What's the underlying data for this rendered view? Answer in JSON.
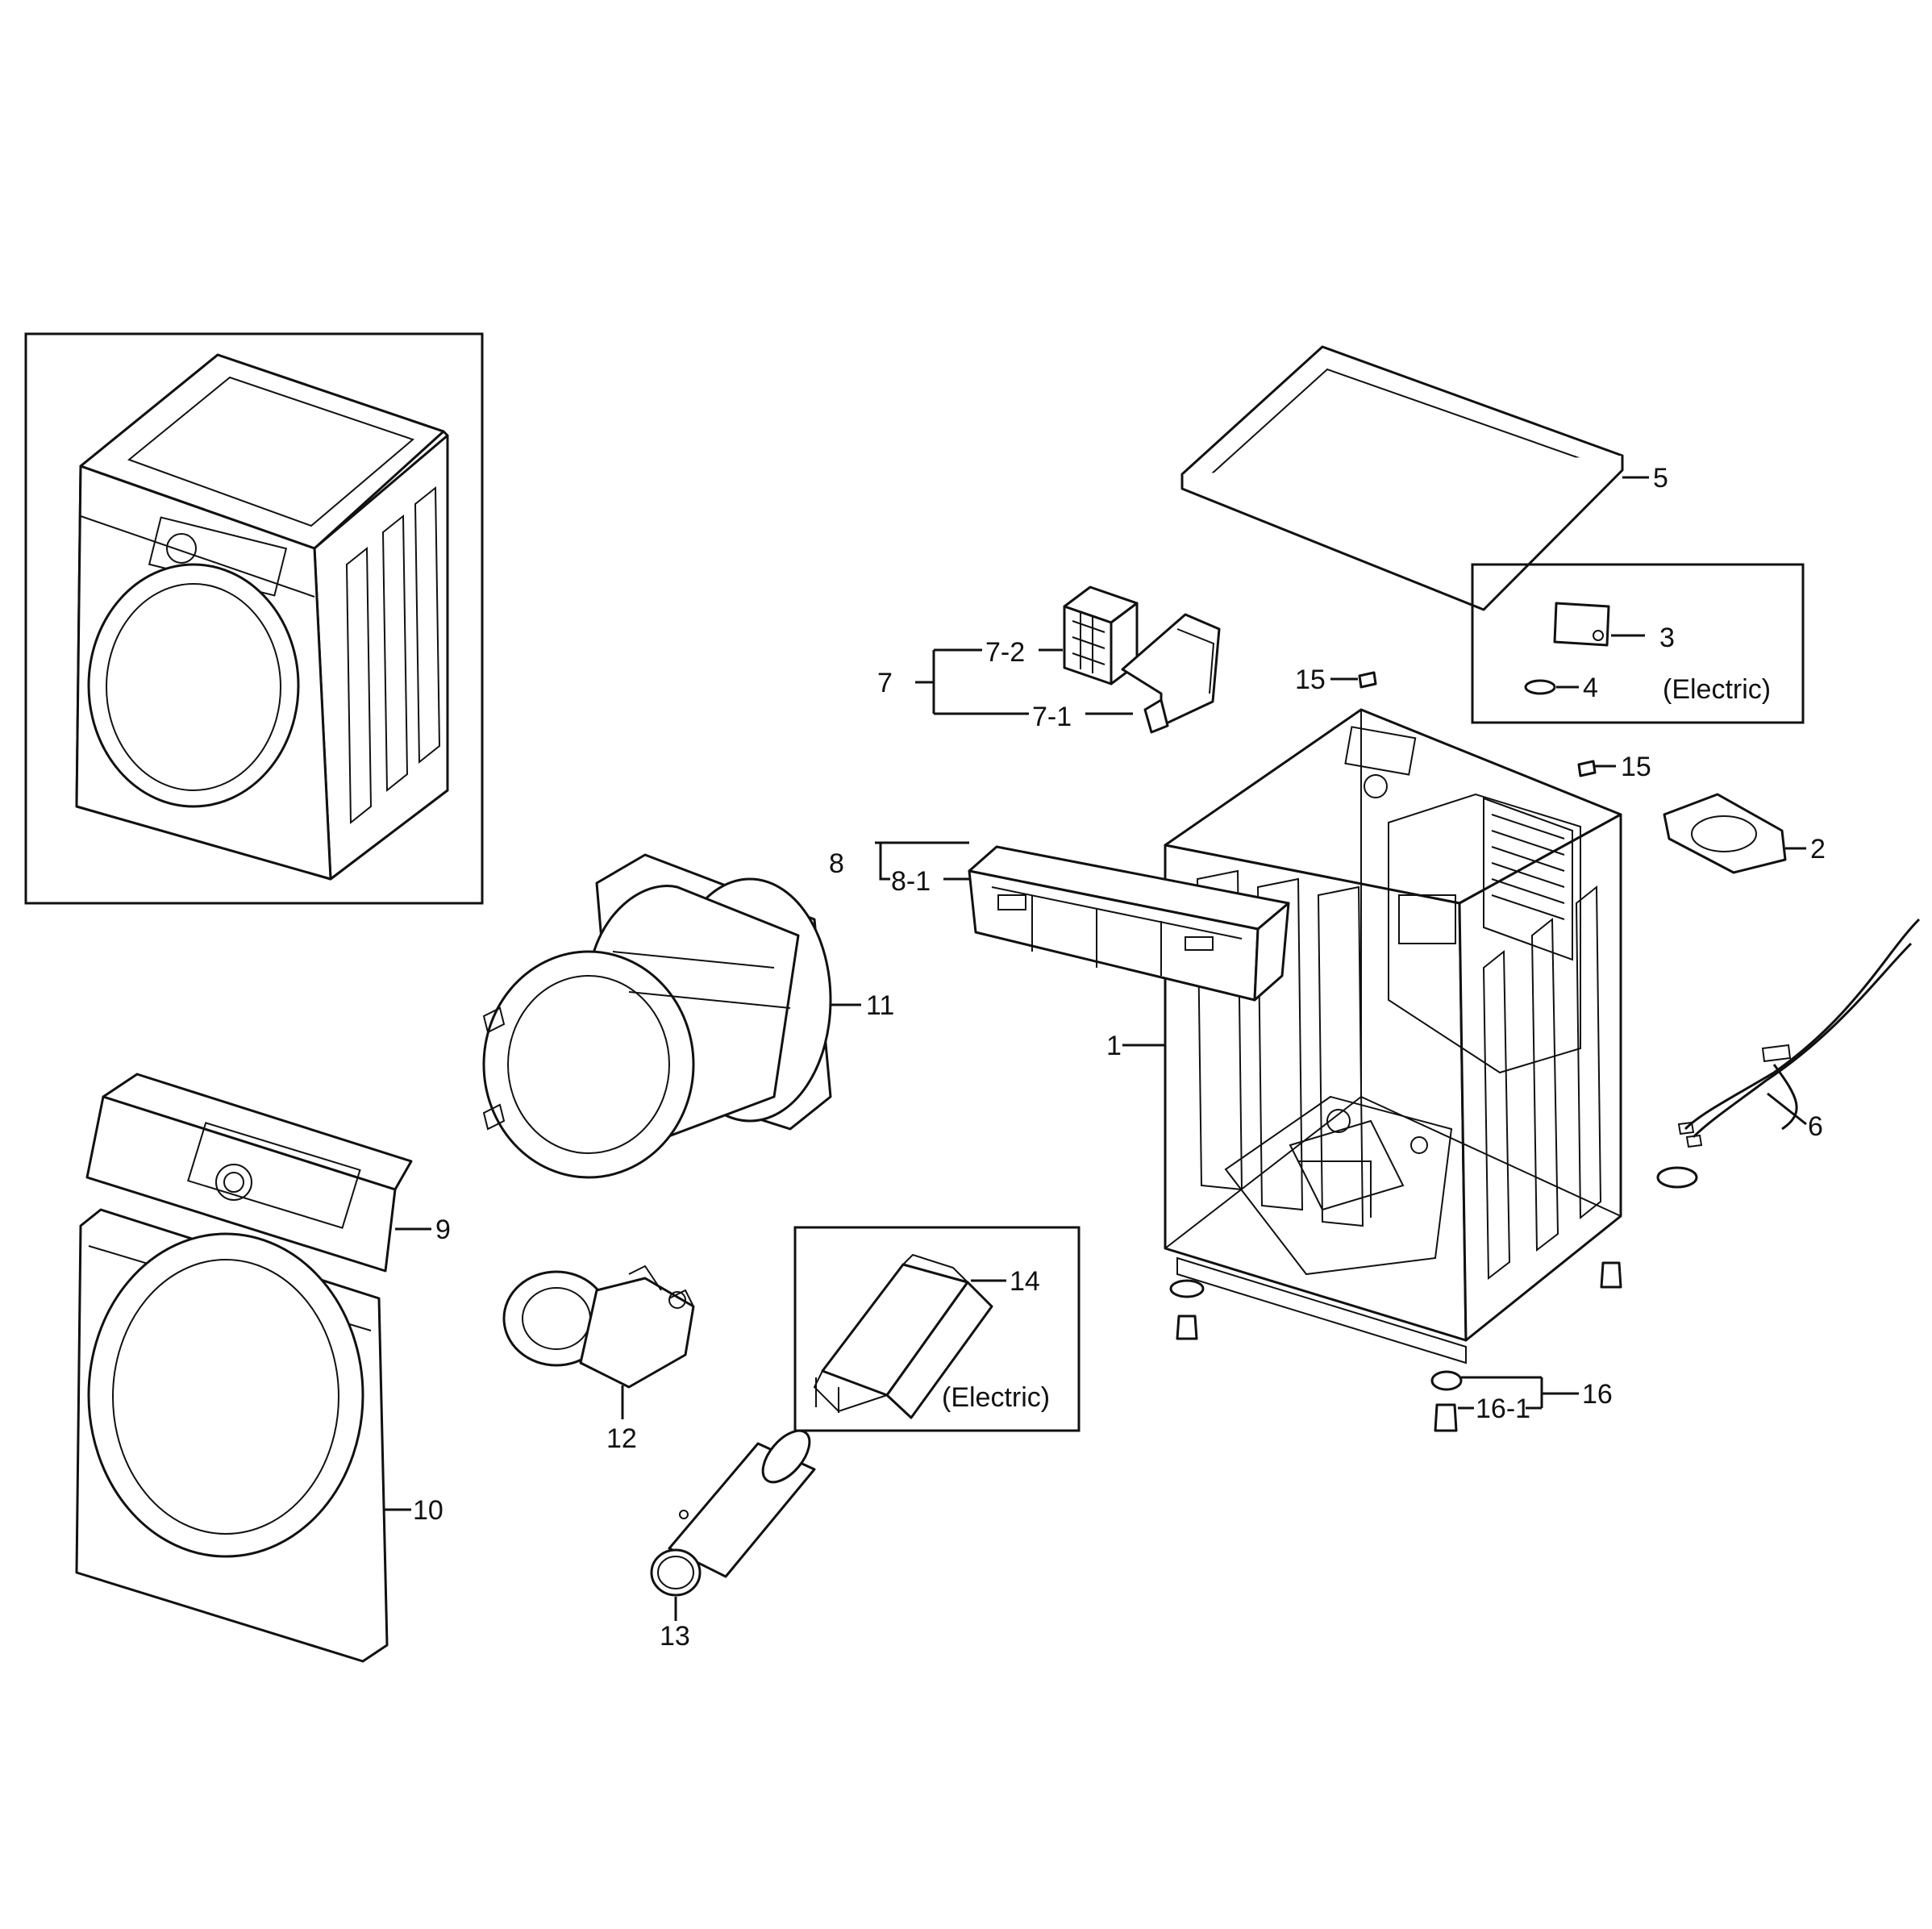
{
  "labels": {
    "p1": "1",
    "p2": "2",
    "p3": "3",
    "p4": "4",
    "p5": "5",
    "p6": "6",
    "p7": "7",
    "p7_1": "7-1",
    "p7_2": "7-2",
    "p8": "8",
    "p8_1": "8-1",
    "p9": "9",
    "p10": "10",
    "p11": "11",
    "p12": "12",
    "p13": "13",
    "p14": "14",
    "p15a": "15",
    "p15b": "15",
    "p16": "16",
    "p16_1": "16-1"
  },
  "notes": {
    "electric_sensor_box": "(Electric)",
    "electric_heater_box": "(Electric)"
  },
  "icons": [
    "assembled-dryer",
    "top-cover",
    "cabinet",
    "drum",
    "blower",
    "heater",
    "duct",
    "control-panel",
    "front-panel",
    "filter",
    "duct-bracket",
    "back-panel",
    "harness",
    "leg",
    "hinge"
  ]
}
